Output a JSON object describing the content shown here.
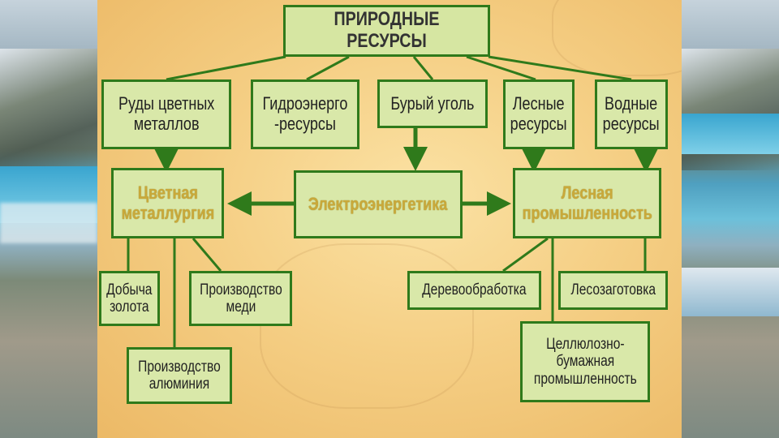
{
  "diagram": {
    "title": "ПРИРОДНЫЕ РЕСУРСЫ",
    "resources": [
      "Руды цветных металлов",
      "Гидроэнерго -ресурсы",
      "Бурый уголь",
      "Лесные ресурсы",
      "Водные ресурсы"
    ],
    "resource_lines": [
      "Руды цветных\nметаллов",
      "Гидроэнерго\n-ресурсы",
      "Бурый уголь",
      "Лесные\nресурсы",
      "Водные\nресурсы"
    ],
    "industries": {
      "nonferrous": "Цветная\nметаллургия",
      "power": "Электроэнергетика",
      "forest": "Лесная\nпромышленность"
    },
    "nonferrous_branches": {
      "gold": "Добыча\nзолота",
      "copper": "Производство\nмеди",
      "aluminium": "Производство\nалюминия"
    },
    "forest_branches": {
      "wood": "Деревообработка",
      "logging": "Лесозаготовка",
      "pulp": "Целлюлозно-\nбумажная\nпромышленность"
    },
    "colors": {
      "box_fill": "#d9e8a9",
      "box_border": "#2f7a1b",
      "industry_text": "#c9a93a",
      "background": "#f5cf85"
    }
  }
}
